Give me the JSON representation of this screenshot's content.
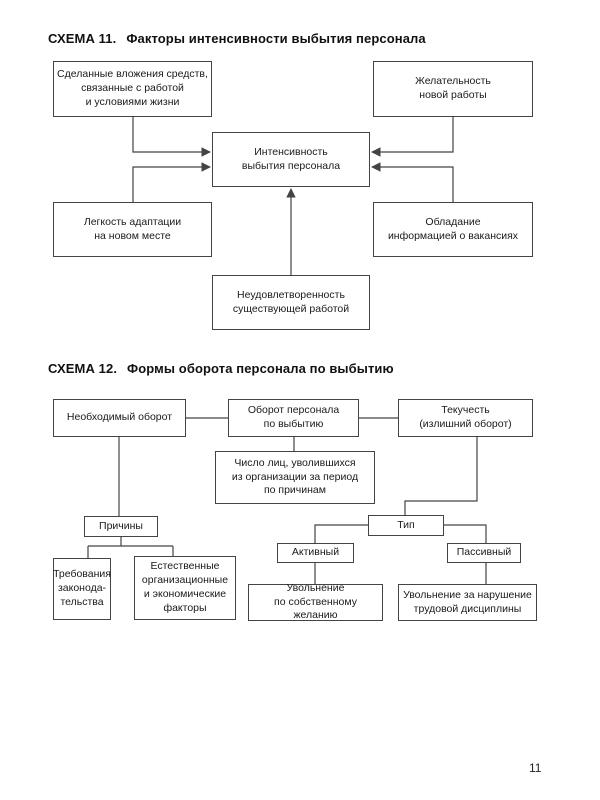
{
  "colors": {
    "line": "#444444",
    "text": "#1a1a1a"
  },
  "schema11": {
    "title_label": "СХЕМА 11.",
    "title_text": "Факторы интенсивности выбытия персонала",
    "nodes": {
      "investments": "Сделанные вложения средств,\nсвязанные с работой\nи условиями жизни",
      "desirability": "Желательность\nновой работы",
      "intensity": "Интенсивность\nвыбытия персонала",
      "adaptation": "Легкость адаптации\nна новом месте",
      "vacancy_info": "Обладание\nинформацией о вакансиях",
      "dissatisfaction": "Неудовлетворенность\nсуществующей работой"
    }
  },
  "schema12": {
    "title_label": "СХЕМА 12.",
    "title_text": "Формы оборота персонала по выбытию",
    "nodes": {
      "necessary": "Необходимый оборот",
      "turnover": "Оборот персонала\nпо выбытию",
      "churn": "Текучесть\n(излишний оборот)",
      "count": "Число лиц, уволившихся\nиз организации за период\nпо причинам",
      "reasons": "Причины",
      "type": "Тип",
      "active": "Активный",
      "passive": "Пассивный",
      "law": "Требования\nзаконода-\nтельства",
      "natural": "Естественные\nорганизационные\nи экономические\nфакторы",
      "voluntary": "Увольнение\nпо собственному желанию",
      "violation": "Увольнение за нарушение\nтрудовой дисциплины"
    }
  },
  "page_number": "11"
}
